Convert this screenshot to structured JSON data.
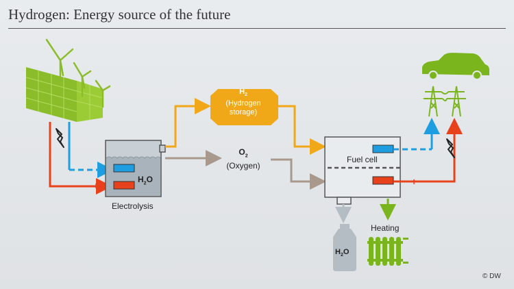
{
  "title": "Hydrogen: Energy source of the future",
  "hydrogen_storage": {
    "formula": "H",
    "subscript": "2",
    "line1": "(Hydrogen",
    "line2": "storage)"
  },
  "oxygen": {
    "formula": "O",
    "subscript": "2",
    "label": "(Oxygen)"
  },
  "electrolysis": {
    "label": "Electrolysis",
    "water": "H",
    "water_sub": "2",
    "water_end": "O"
  },
  "fuel_cell": {
    "label": "Fuel cell"
  },
  "heating": {
    "label": "Heating"
  },
  "bottle": {
    "water": "H",
    "water_sub": "2",
    "water_end": "O"
  },
  "plus_sign": "+",
  "credit": "© DW",
  "colors": {
    "hydrogen": "#f0a818",
    "oxygen": "#a8998c",
    "positive": "#e8421c",
    "negative": "#1e9ee0",
    "green": "#7ab51d",
    "tank": "#a9b3bb"
  }
}
